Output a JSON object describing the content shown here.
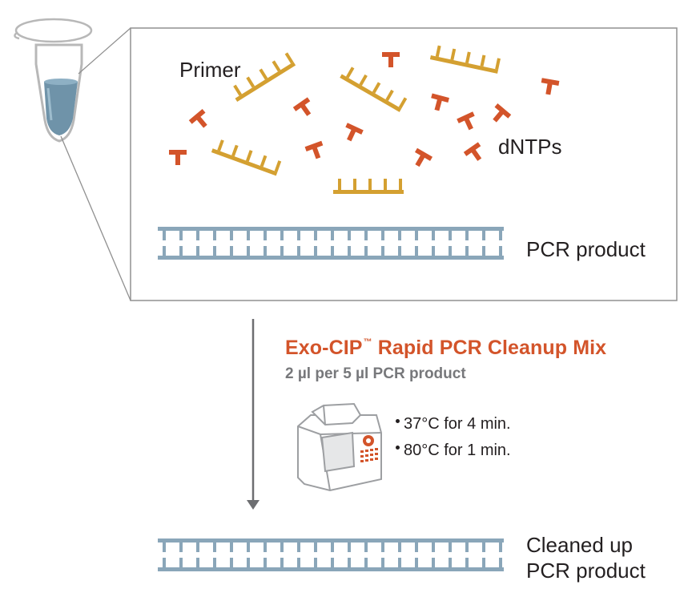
{
  "labels": {
    "primer": "Primer",
    "dntps": "dNTPs",
    "pcr_product": "PCR product",
    "cleaned_line1": "Cleaned up",
    "cleaned_line2": "PCR product"
  },
  "reagent": {
    "name": "Exo-CIP",
    "trademark": "™",
    "name_rest": " Rapid PCR Cleanup Mix",
    "dose": "2 µl per 5 µl PCR product"
  },
  "steps": [
    "37°C for 4 min.",
    "80°C for 1 min."
  ],
  "colors": {
    "primer": "#d4a031",
    "dntp": "#d3542a",
    "dna": "#8aa6b9",
    "accent": "#d3542a",
    "subtext": "#77787b",
    "box_border": "#909090",
    "arrow": "#6d6e71"
  },
  "icons": [
    "microcentrifuge-tube-icon",
    "thermal-cycler-icon"
  ]
}
